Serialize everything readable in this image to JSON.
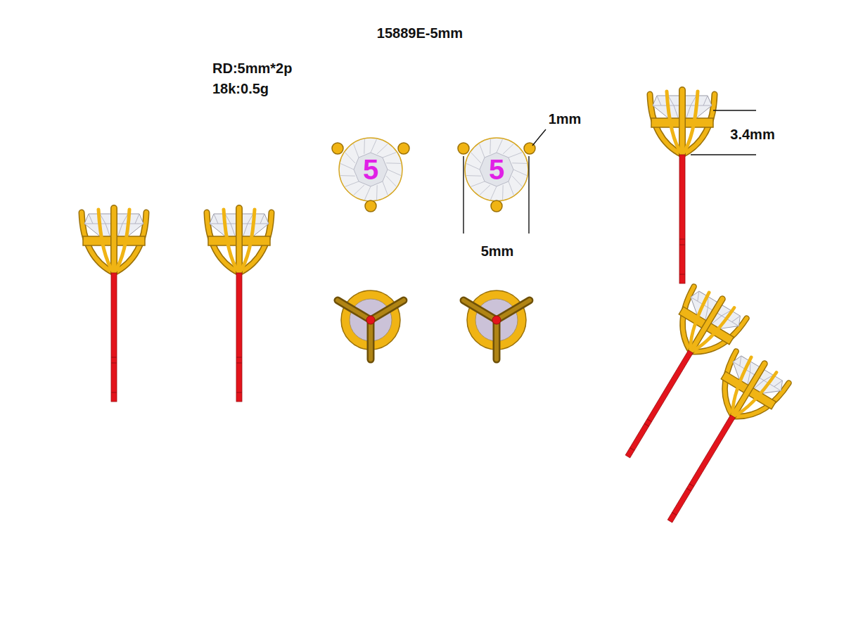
{
  "diagram": {
    "title": "15889E-5mm",
    "labels": [
      "RD:5mm*2p",
      "18k:0.5g",
      "5",
      "5",
      "1mm",
      "5mm",
      "3.4mm"
    ]
  }
}
